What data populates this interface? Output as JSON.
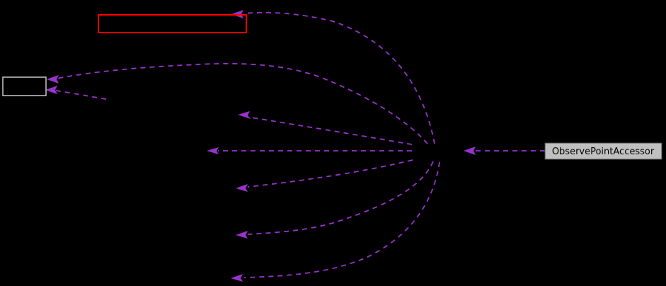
{
  "graph": {
    "type": "collaboration-diagram",
    "background": "#000000",
    "edge_color": "#9A32CD",
    "edge_style": "dashed",
    "edge_count": 9,
    "nodes": {
      "highlighted": {
        "label": "",
        "border_color": "#FF0000",
        "fill": "none",
        "description_name": "highlighted-empty-node"
      },
      "plain": {
        "label": "",
        "border_color": "#C8C8C8",
        "fill": "none",
        "description_name": "plain-empty-node"
      },
      "accessor": {
        "label": "ObservePointAccessor",
        "fill": "#C0C0C0",
        "border_color": "#4A4A4A",
        "text_color": "#000000"
      }
    }
  }
}
